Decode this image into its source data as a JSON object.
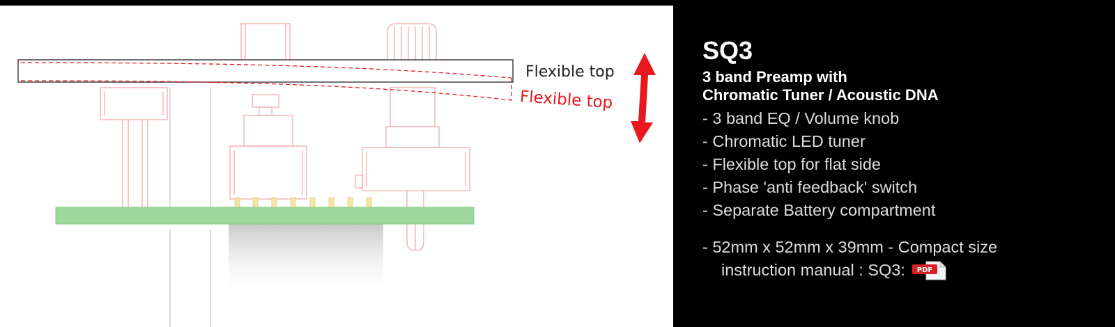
{
  "diagram": {
    "label_original": "Flexible top",
    "label_flexed": "Flexible top",
    "colors": {
      "outline": "#f5b5b7",
      "pcb": "#9fd89c",
      "pins": "#f3e6a6",
      "flex_dash": "#e8181e",
      "arrow": "#e8181e"
    }
  },
  "info": {
    "title": "SQ3",
    "subtitle_line1": "3 band Preamp with",
    "subtitle_line2": "Chromatic Tuner / Acoustic DNA",
    "features": [
      "- 3 band EQ / Volume knob",
      "- Chromatic LED tuner",
      "- Flexible top for flat side",
      "- Phase 'anti feedback' switch",
      "- Separate Battery compartment"
    ],
    "dimensions": "- 52mm x 52mm x 39mm  -  Compact size",
    "manual_label": "instruction manual : SQ3:",
    "pdf_icon": "pdf-file-icon",
    "pdf_text": "PDF"
  }
}
